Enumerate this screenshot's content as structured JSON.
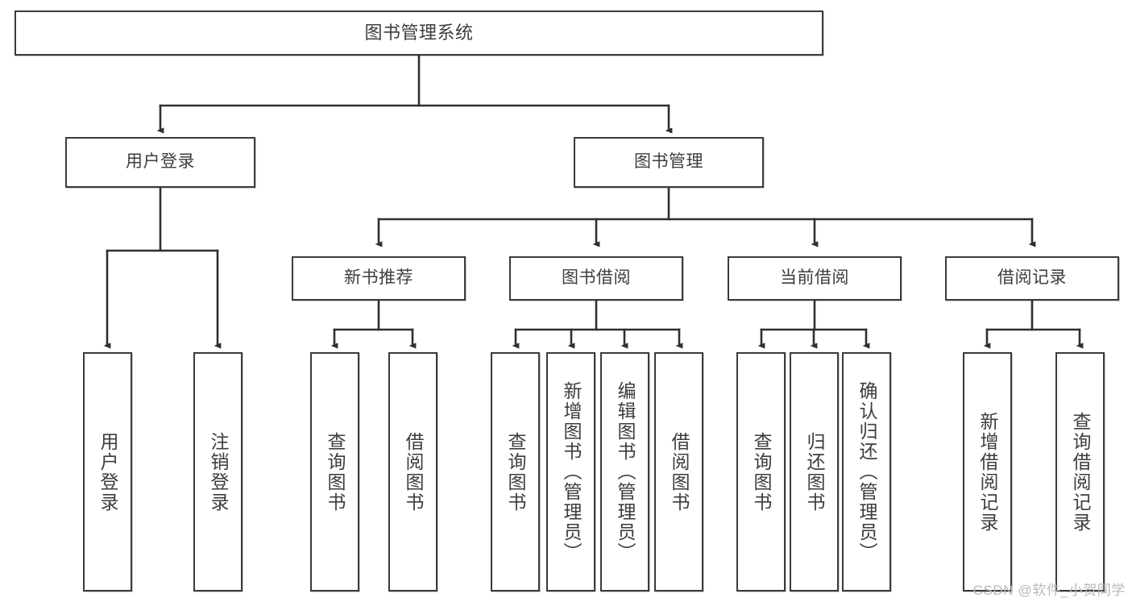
{
  "diagram": {
    "type": "tree-hierarchy",
    "title": "图书管理系统",
    "watermark": "CSDN @软件_小贺同学",
    "colors": {
      "box_border": "#3b3b3b",
      "box_fill": "#ffffff",
      "text": "#3d3d3d",
      "connector": "#2f2f2f",
      "watermark": "#b9b9b9"
    },
    "nodes": {
      "root": {
        "label": "图书管理系统"
      },
      "level2": [
        {
          "id": "user-login",
          "label": "用户登录"
        },
        {
          "id": "book-management",
          "label": "图书管理"
        }
      ],
      "level3": [
        {
          "id": "new-book-recommend",
          "label": "新书推荐"
        },
        {
          "id": "book-borrow",
          "label": "图书借阅"
        },
        {
          "id": "current-borrow",
          "label": "当前借阅"
        },
        {
          "id": "borrow-record",
          "label": "借阅记录"
        }
      ],
      "leaves": {
        "user_login": [
          {
            "id": "leaf-user-login",
            "label": "用户登录"
          },
          {
            "id": "leaf-logout-login",
            "label": "注销登录"
          }
        ],
        "new_book_recommend": [
          {
            "id": "leaf-query-book-1",
            "label": "查询图书"
          },
          {
            "id": "leaf-borrow-book-1",
            "label": "借阅图书"
          }
        ],
        "book_borrow": [
          {
            "id": "leaf-query-book-2",
            "label": "查询图书"
          },
          {
            "id": "leaf-add-book",
            "label": "新增图书（管理员）"
          },
          {
            "id": "leaf-edit-book",
            "label": "编辑图书（管理员）"
          },
          {
            "id": "leaf-borrow-book-2",
            "label": "借阅图书"
          }
        ],
        "current_borrow": [
          {
            "id": "leaf-query-book-3",
            "label": "查询图书"
          },
          {
            "id": "leaf-return-book",
            "label": "归还图书"
          },
          {
            "id": "leaf-confirm-return",
            "label": "确认归还（管理员）"
          }
        ],
        "borrow_record": [
          {
            "id": "leaf-add-borrow-record",
            "label": "新增借阅记录"
          },
          {
            "id": "leaf-query-borrow-record",
            "label": "查询借阅记录"
          }
        ]
      }
    }
  }
}
